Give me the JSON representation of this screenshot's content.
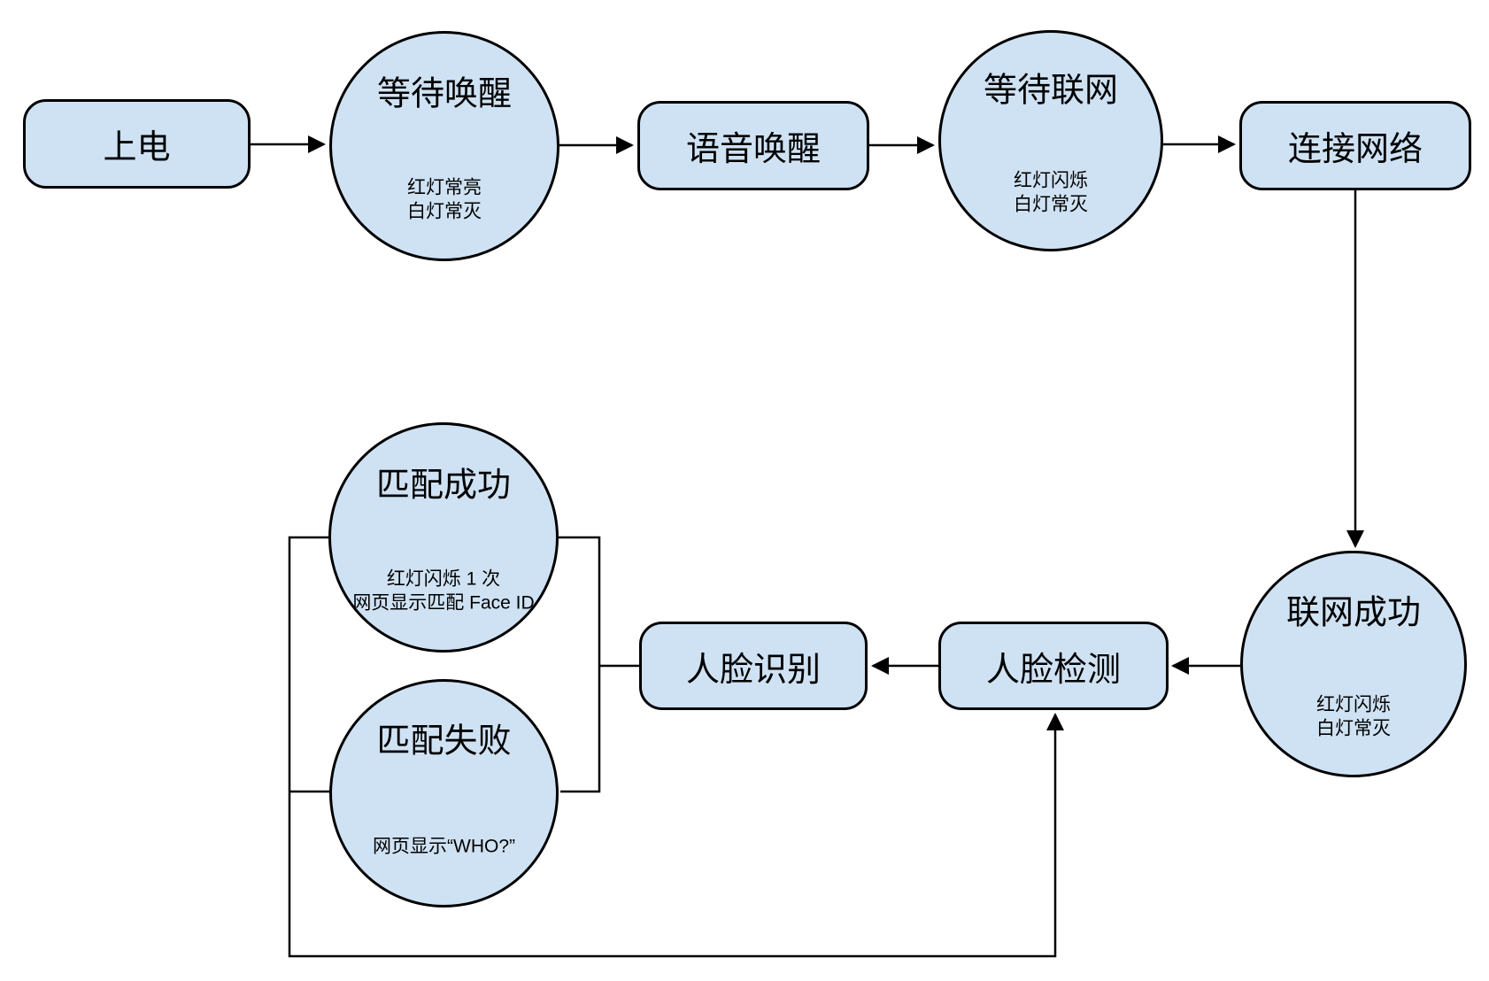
{
  "diagram": {
    "title": "device-boot-and-face-recognition-flow",
    "colors": {
      "node_fill": "#cfe2f3",
      "node_border": "#000000",
      "line": "#000000",
      "background": "#ffffff"
    },
    "nodes": {
      "power_on": {
        "label": "上电"
      },
      "wait_wake": {
        "label": "等待唤醒",
        "note1": "红灯常亮",
        "note2": "白灯常灭"
      },
      "voice_wake": {
        "label": "语音唤醒"
      },
      "wait_network": {
        "label": "等待联网",
        "note1": "红灯闪烁",
        "note2": "白灯常灭"
      },
      "connect_network": {
        "label": "连接网络"
      },
      "network_ok": {
        "label": "联网成功",
        "note1": "红灯闪烁",
        "note2": "白灯常灭"
      },
      "face_detect": {
        "label": "人脸检测"
      },
      "face_recog": {
        "label": "人脸识别"
      },
      "match_ok": {
        "label": "匹配成功",
        "note1": "红灯闪烁 1 次",
        "note2": "网页显示匹配 Face ID"
      },
      "match_fail": {
        "label": "匹配失败",
        "note1": "网页显示“WHO?”"
      }
    }
  }
}
